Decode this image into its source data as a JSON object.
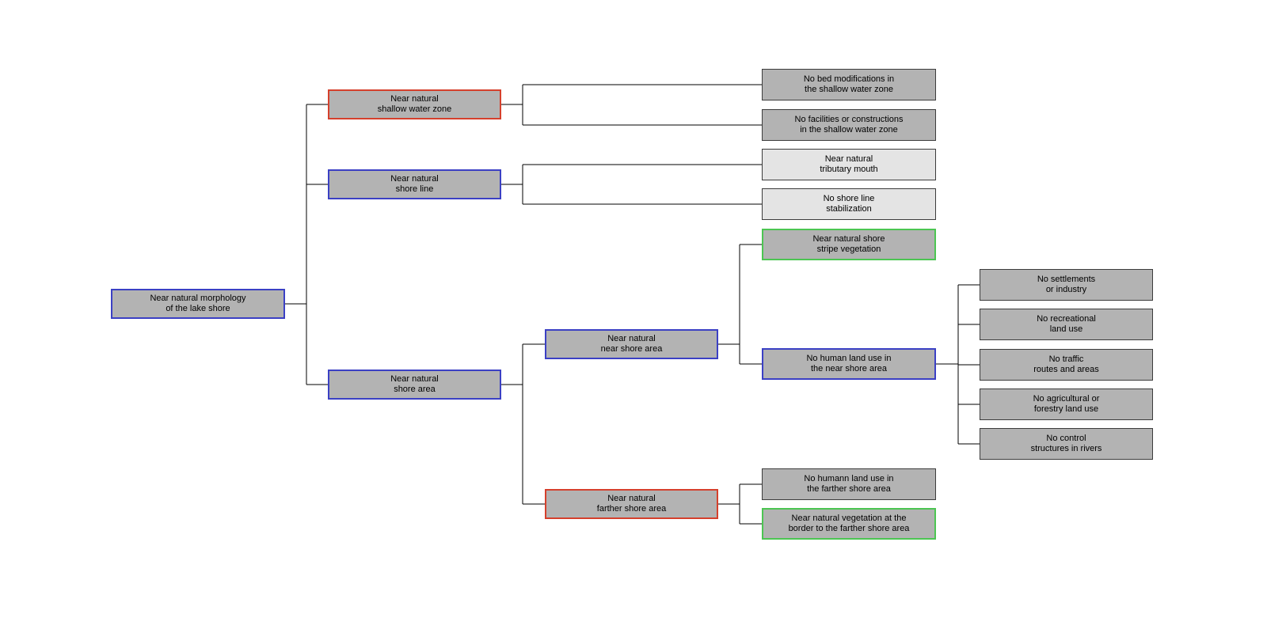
{
  "colors": {
    "node_fill_gray": "#b3b3b3",
    "node_fill_light": "#e4e4e4",
    "border_red": "#d5402c",
    "border_blue": "#3b40c4",
    "border_green": "#4cc552",
    "border_black": "#3c3c3c",
    "connector_line": "#000000"
  },
  "tree": {
    "label": "Near natural morphology\nof the lake shore",
    "border": "blue",
    "children": [
      {
        "label": "Near natural\nshallow water zone",
        "border": "red",
        "children": [
          {
            "label": "No bed modifications in\nthe shallow water zone",
            "border": "black"
          },
          {
            "label": "No facilities or constructions\nin the shallow water zone",
            "border": "black"
          }
        ]
      },
      {
        "label": "Near natural\nshore line",
        "border": "blue",
        "children": [
          {
            "label": "Near natural\ntributary mouth",
            "border": "black"
          },
          {
            "label": "No shore line\nstabilization",
            "border": "black"
          }
        ]
      },
      {
        "label": "Near natural\nshore area",
        "border": "blue",
        "children": [
          {
            "label": "Near natural\nnear shore area",
            "border": "blue",
            "children": [
              {
                "label": "Near natural shore\nstripe vegetation",
                "border": "green"
              },
              {
                "label": "No human land use in\nthe near shore area",
                "border": "blue",
                "children": [
                  {
                    "label": "No settlements\nor industry",
                    "border": "black"
                  },
                  {
                    "label": "No recreational\nland use",
                    "border": "black"
                  },
                  {
                    "label": "No traffic\nroutes and areas",
                    "border": "black"
                  },
                  {
                    "label": "No agricultural or\nforestry land use",
                    "border": "black"
                  },
                  {
                    "label": "No control\nstructures in rivers",
                    "border": "black"
                  }
                ]
              }
            ]
          },
          {
            "label": "Near natural\nfarther shore area",
            "border": "red",
            "children": [
              {
                "label": "No humann land use in\nthe farther shore area",
                "border": "black"
              },
              {
                "label": "Near natural vegetation at the\nborder to the farther shore area",
                "border": "green"
              }
            ]
          }
        ]
      }
    ]
  }
}
